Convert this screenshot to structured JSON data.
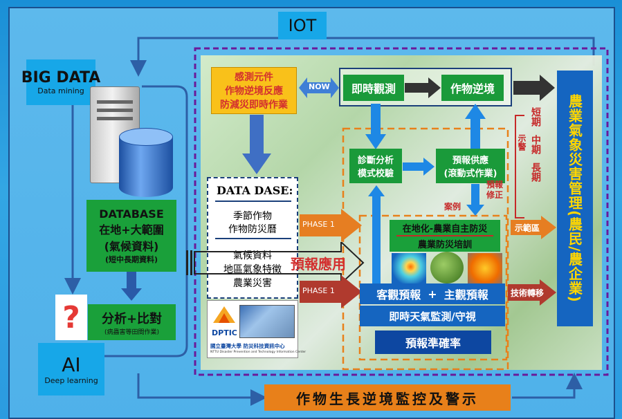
{
  "iot_label": "IOT",
  "big_data": {
    "title": "BIG DATA",
    "subtitle": "Data mining"
  },
  "database": {
    "title": "DATABASE",
    "line1": "在地+大範圍",
    "line2": "(氣候資料)",
    "line3": "(短中長期資料)"
  },
  "analysis": {
    "title": "分析+比對",
    "subtitle": "(病蟲害等田間作業)"
  },
  "ai": {
    "title": "AI",
    "subtitle": "Deep learning"
  },
  "sensor_box": {
    "line1": "感測元件",
    "line2": "作物逆境反應",
    "line3": "防減災即時作業"
  },
  "now_label": "NOW",
  "realtime_obs": "即時觀測",
  "crop_stress": "作物逆境",
  "diagnosis": {
    "line1": "診斷分析",
    "line2": "模式校驗"
  },
  "forecast_supply": {
    "line1": "預報供應",
    "line2": "(滾動式作業)"
  },
  "forecast_correction": {
    "line1": "預報",
    "line2": "修正"
  },
  "warning": "示警",
  "case_label": "案例",
  "terms": {
    "short": "短期",
    "mid": "中期",
    "long": "長期"
  },
  "data_base": {
    "title": "DATA DASE:",
    "item1": "季節作物",
    "item2": "作物防災曆",
    "item3": "氣候資料",
    "item4": "地區氣象特徵",
    "item5": "農業災害"
  },
  "phase1": "PHASE 1",
  "forecast_application": "預報應用",
  "local_training": {
    "line1": "在地化-農業自主防災",
    "line2": "農業防災培訓"
  },
  "demo_area": "示範區",
  "tech_transfer": "技術轉移",
  "forecast_combo": {
    "part1": "客觀預報",
    "plus": "+",
    "part2": "主觀預報"
  },
  "realtime_weather": "即時天氣監測/守視",
  "forecast_accuracy": "預報準確率",
  "agri_mgmt": "農業氣象災害管理(農民/農企業)",
  "bottom_banner": "作物生長逆境監控及警示",
  "logo": {
    "title": "DPTIC",
    "org": "國立臺灣大學 防災科技資訊中心",
    "org_en": "NTTU Disaster Prevention and Technology Information Center"
  }
}
